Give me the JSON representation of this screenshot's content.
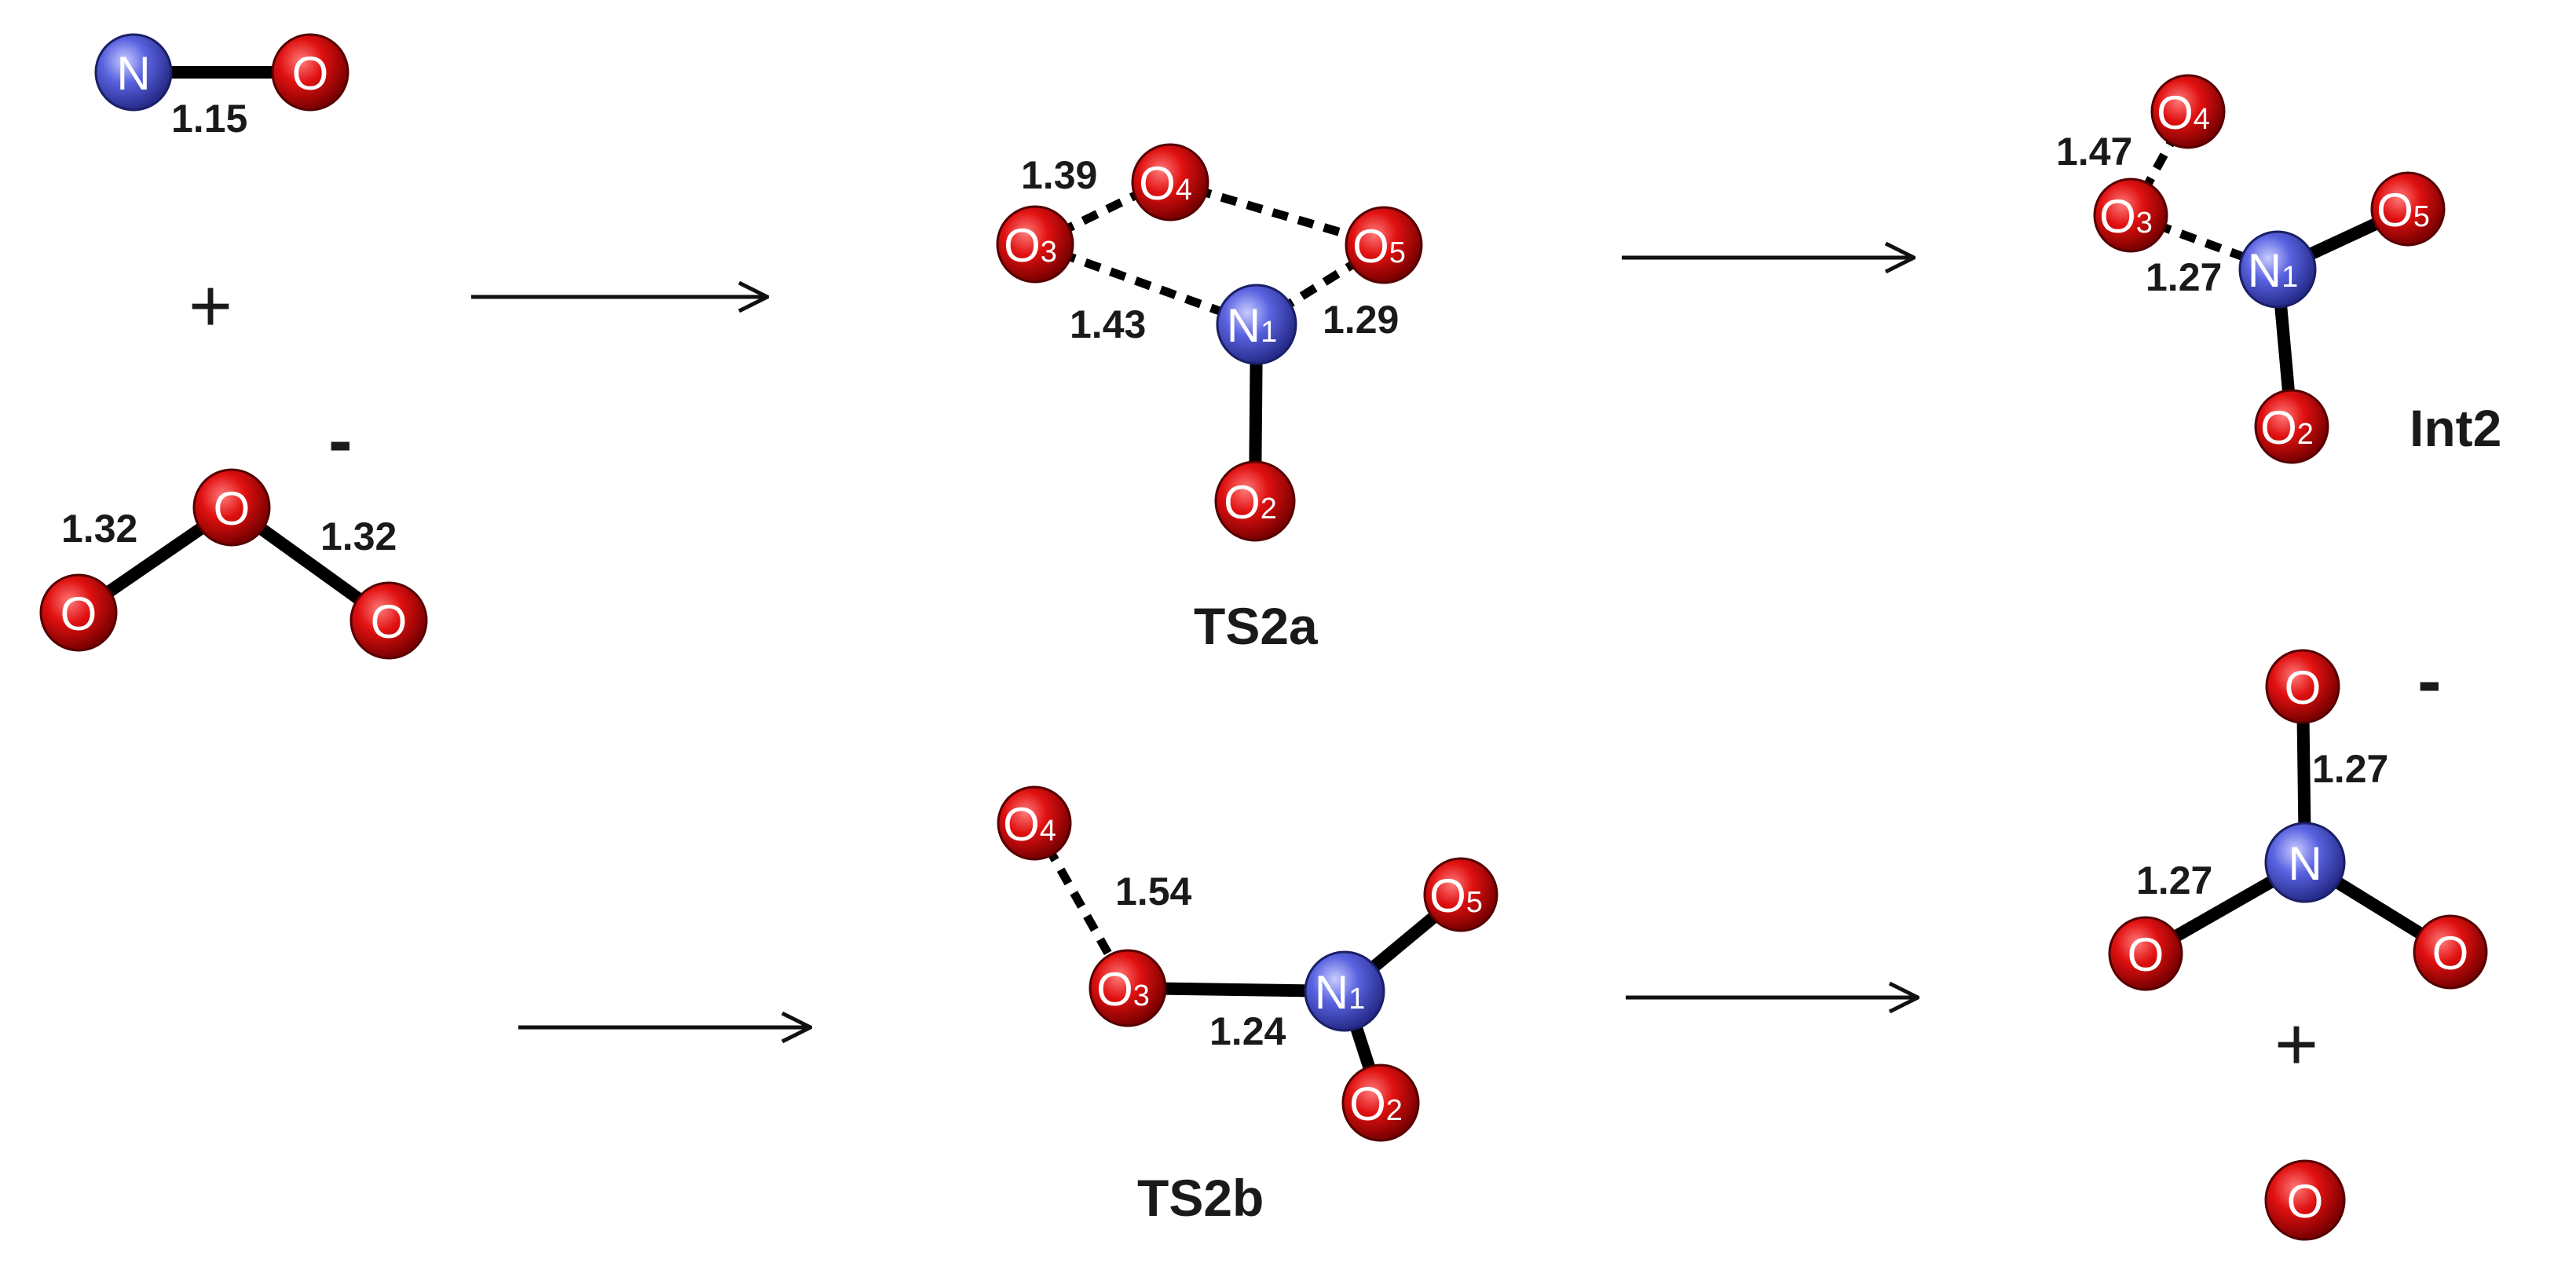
{
  "colors": {
    "oxygen": "#dd1111",
    "nitrogen": "#5a63e0",
    "bond": "#000000"
  },
  "species": {
    "no": {
      "n": "N",
      "o": "O",
      "len": "1.15"
    },
    "plus1": "+",
    "ozone": {
      "charge": "-",
      "o_top": "O",
      "o_left": "O",
      "o_right": "O",
      "len_left": "1.32",
      "len_right": "1.32"
    },
    "ts2a": {
      "name": "TS2a",
      "atoms": {
        "o4": "O",
        "o4_sub": "4",
        "o3": "O",
        "o3_sub": "3",
        "o5": "O",
        "o5_sub": "5",
        "n1": "N",
        "n1_sub": "1",
        "o2": "O",
        "o2_sub": "2"
      },
      "len_o3_o4": "1.39",
      "len_o3_n1": "1.43",
      "len_o5_n1": "1.29"
    },
    "int2": {
      "name": "Int2",
      "atoms": {
        "o4": "O",
        "o4_sub": "4",
        "o3": "O",
        "o3_sub": "3",
        "o5": "O",
        "o5_sub": "5",
        "n1": "N",
        "n1_sub": "1",
        "o2": "O",
        "o2_sub": "2"
      },
      "len_o3_o4": "1.47",
      "len_o3_n1": "1.27"
    },
    "ts2b": {
      "name": "TS2b",
      "atoms": {
        "o4": "O",
        "o4_sub": "4",
        "o3": "O",
        "o3_sub": "3",
        "o5": "O",
        "o5_sub": "5",
        "n1": "N",
        "n1_sub": "1",
        "o2": "O",
        "o2_sub": "2"
      },
      "len_o3_o4": "1.54",
      "len_o3_n1": "1.24"
    },
    "nitrate": {
      "charge": "-",
      "n": "N",
      "o_top": "O",
      "o_left": "O",
      "o_right": "O",
      "len_top": "1.27",
      "len_left": "1.27"
    },
    "plus2": "+",
    "oxygen_atom": "O"
  }
}
